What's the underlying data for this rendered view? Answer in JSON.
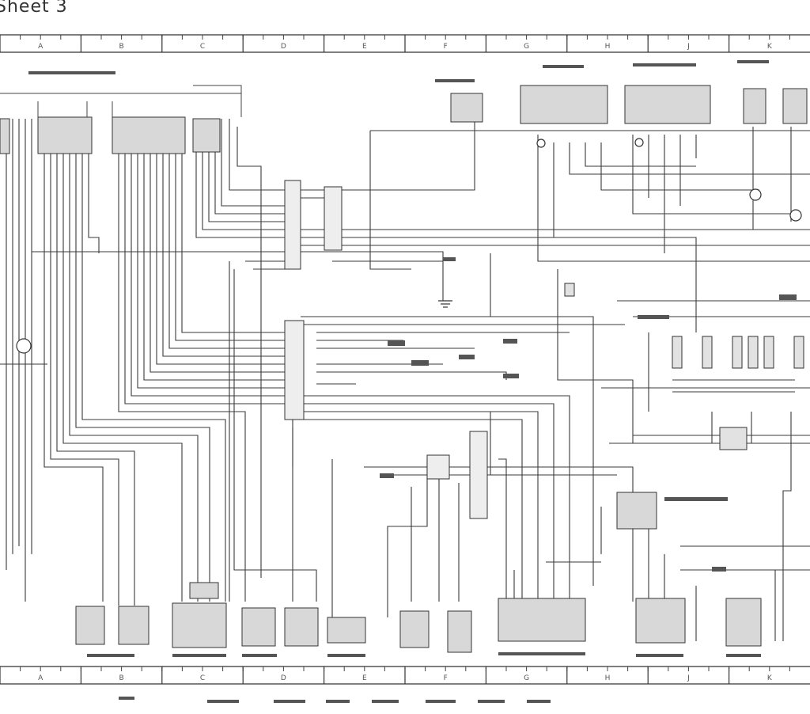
{
  "sheet": {
    "title": "Sheet 3"
  },
  "diagram": {
    "type": "wiring-schematic",
    "top_ruler_labels": [
      "A",
      "B",
      "C",
      "D",
      "E",
      "F",
      "G",
      "H",
      "J",
      "K"
    ],
    "bottom_ruler_labels": [
      "A",
      "B",
      "C",
      "D",
      "E",
      "F",
      "G",
      "H",
      "J",
      "K"
    ]
  }
}
